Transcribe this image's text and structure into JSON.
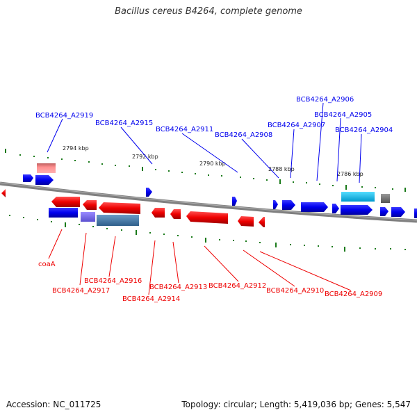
{
  "title": "Bacillus cereus B4264, complete genome",
  "footer": {
    "accession": "Accession: NC_011725",
    "summary": "Topology: circular; Length: 5,419,036 bp; Genes: 5,547"
  },
  "ruler": [
    "2794 kbp",
    "2792 kbp",
    "2790 kbp",
    "2788 kbp",
    "2786 kbp"
  ],
  "top_labels": [
    "BCB4264_A2919",
    "BCB4264_A2915",
    "BCB4264_A2911",
    "BCB4264_A2908",
    "BCB4264_A2907",
    "BCB4264_A2906",
    "BCB4264_A2905",
    "BCB4264_A2904"
  ],
  "bottom_labels": [
    "coaA",
    "BCB4264_A2917",
    "BCB4264_A2916",
    "BCB4264_A2914",
    "BCB4264_A2913",
    "BCB4264_A2912",
    "BCB4264_A2910",
    "BCB4264_A2909"
  ],
  "colors": {
    "forward_strand": "#0000ee",
    "reverse_strand": "#ee0000",
    "backbone": "#808080",
    "tick": "#1a7a1a"
  }
}
